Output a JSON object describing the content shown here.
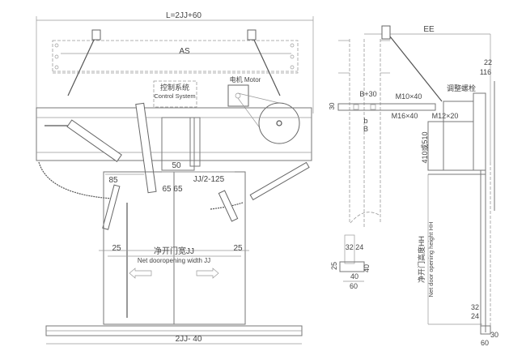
{
  "front_view": {
    "overall_length": "L=2JJ+60",
    "header_label": "AS",
    "control_system_cn": "控制系统",
    "control_system_en": "Control System",
    "motor_label": "电机 Motor",
    "dim_85": "85",
    "dim_50": "50",
    "dim_jj_half": "JJ/2-125",
    "dim_65_65": "65 65",
    "dim_25_left": "25",
    "dim_25_right": "25",
    "net_width_cn": "净开门宽JJ",
    "net_width_en": "Net dooropening width JJ",
    "sill_length": "2JJ- 40"
  },
  "side_view": {
    "dim_ee": "EE",
    "dim_b30": "B+30",
    "bolt_m10": "M10×40",
    "bolt_m16": "M16×40",
    "bolt_m12": "M12×20",
    "dim_30_left": "30",
    "dim_b_small": "b",
    "dim_b_large": "B",
    "adjust_bolt": "调整螺栓",
    "dim_22": "22",
    "dim_116": "116",
    "dim_410_510": "410或510",
    "net_height_cn": "净开门高度HH",
    "net_height_en": "Net door opening height HH",
    "dim_32_bottom": "32",
    "dim_24_bottom": "24",
    "dim_30_bottom": "30",
    "dim_60_bottom": "60"
  },
  "sill_section": {
    "dim_32_24": "32 24",
    "dim_25": "25",
    "dim_40_right": "40",
    "dim_40_bottom": "40",
    "dim_60": "60"
  }
}
